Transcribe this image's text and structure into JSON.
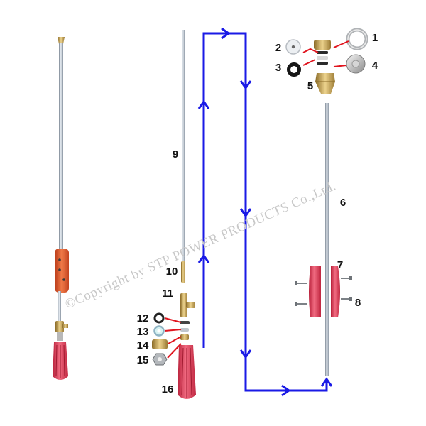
{
  "watermark": "©Copyright by STP POWER PRODUCTS Co.,Ltd.",
  "part_numbers": [
    "1",
    "2",
    "3",
    "4",
    "5",
    "6",
    "7",
    "8",
    "9",
    "10",
    "11",
    "12",
    "13",
    "14",
    "15",
    "16"
  ],
  "colors": {
    "flow_arrow": "#1a1ae6",
    "leader_line": "#e0141e",
    "handle_red": "#e03a52",
    "grip_orange": "#e0542a",
    "lance_steel": "#aab4c0",
    "brass": "#c9a24e"
  }
}
